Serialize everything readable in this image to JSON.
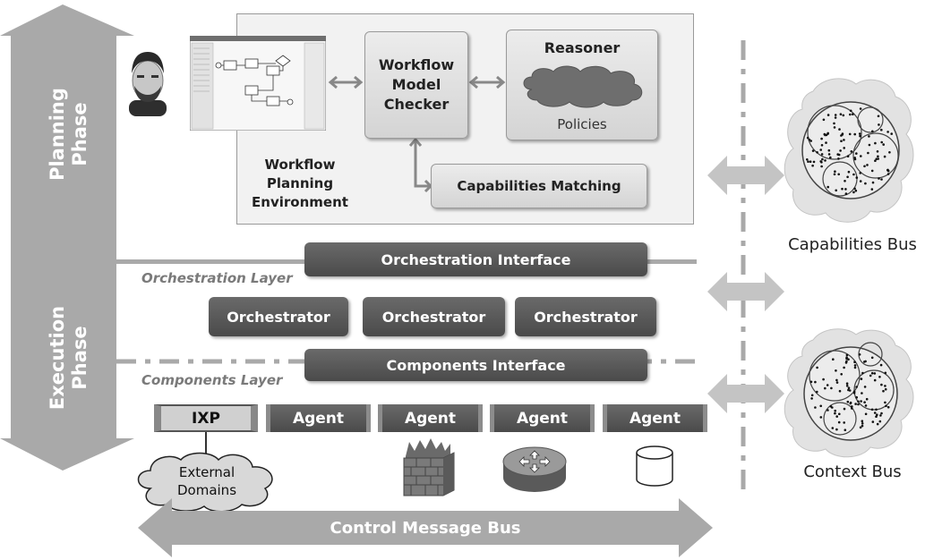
{
  "phases": {
    "planning": "Planning Phase",
    "execution": "Execution Phase"
  },
  "planning_env": {
    "label": "Workflow Planning Environment",
    "model_checker": "Workflow Model Checker",
    "reasoner_title": "Reasoner",
    "reasoner_policies": "Policies",
    "capabilities_matching": "Capabilities Matching"
  },
  "orchestration": {
    "interface": "Orchestration Interface",
    "layer_label": "Orchestration Layer",
    "orchestrators": [
      "Orchestrator",
      "Orchestrator",
      "Orchestrator"
    ]
  },
  "components": {
    "interface": "Components Interface",
    "layer_label": "Components Layer",
    "ixp": "IXP",
    "agents": [
      "Agent",
      "Agent",
      "Agent",
      "Agent"
    ],
    "external_domains": "External Domains"
  },
  "buses": {
    "capabilities": "Capabilities Bus",
    "context": "Context Bus",
    "control_message": "Control Message Bus"
  },
  "icons": [
    "user-avatar-icon",
    "workflow-editor-screenshot",
    "firewall-icon",
    "router-icon",
    "database-icon",
    "cloud-icon"
  ]
}
